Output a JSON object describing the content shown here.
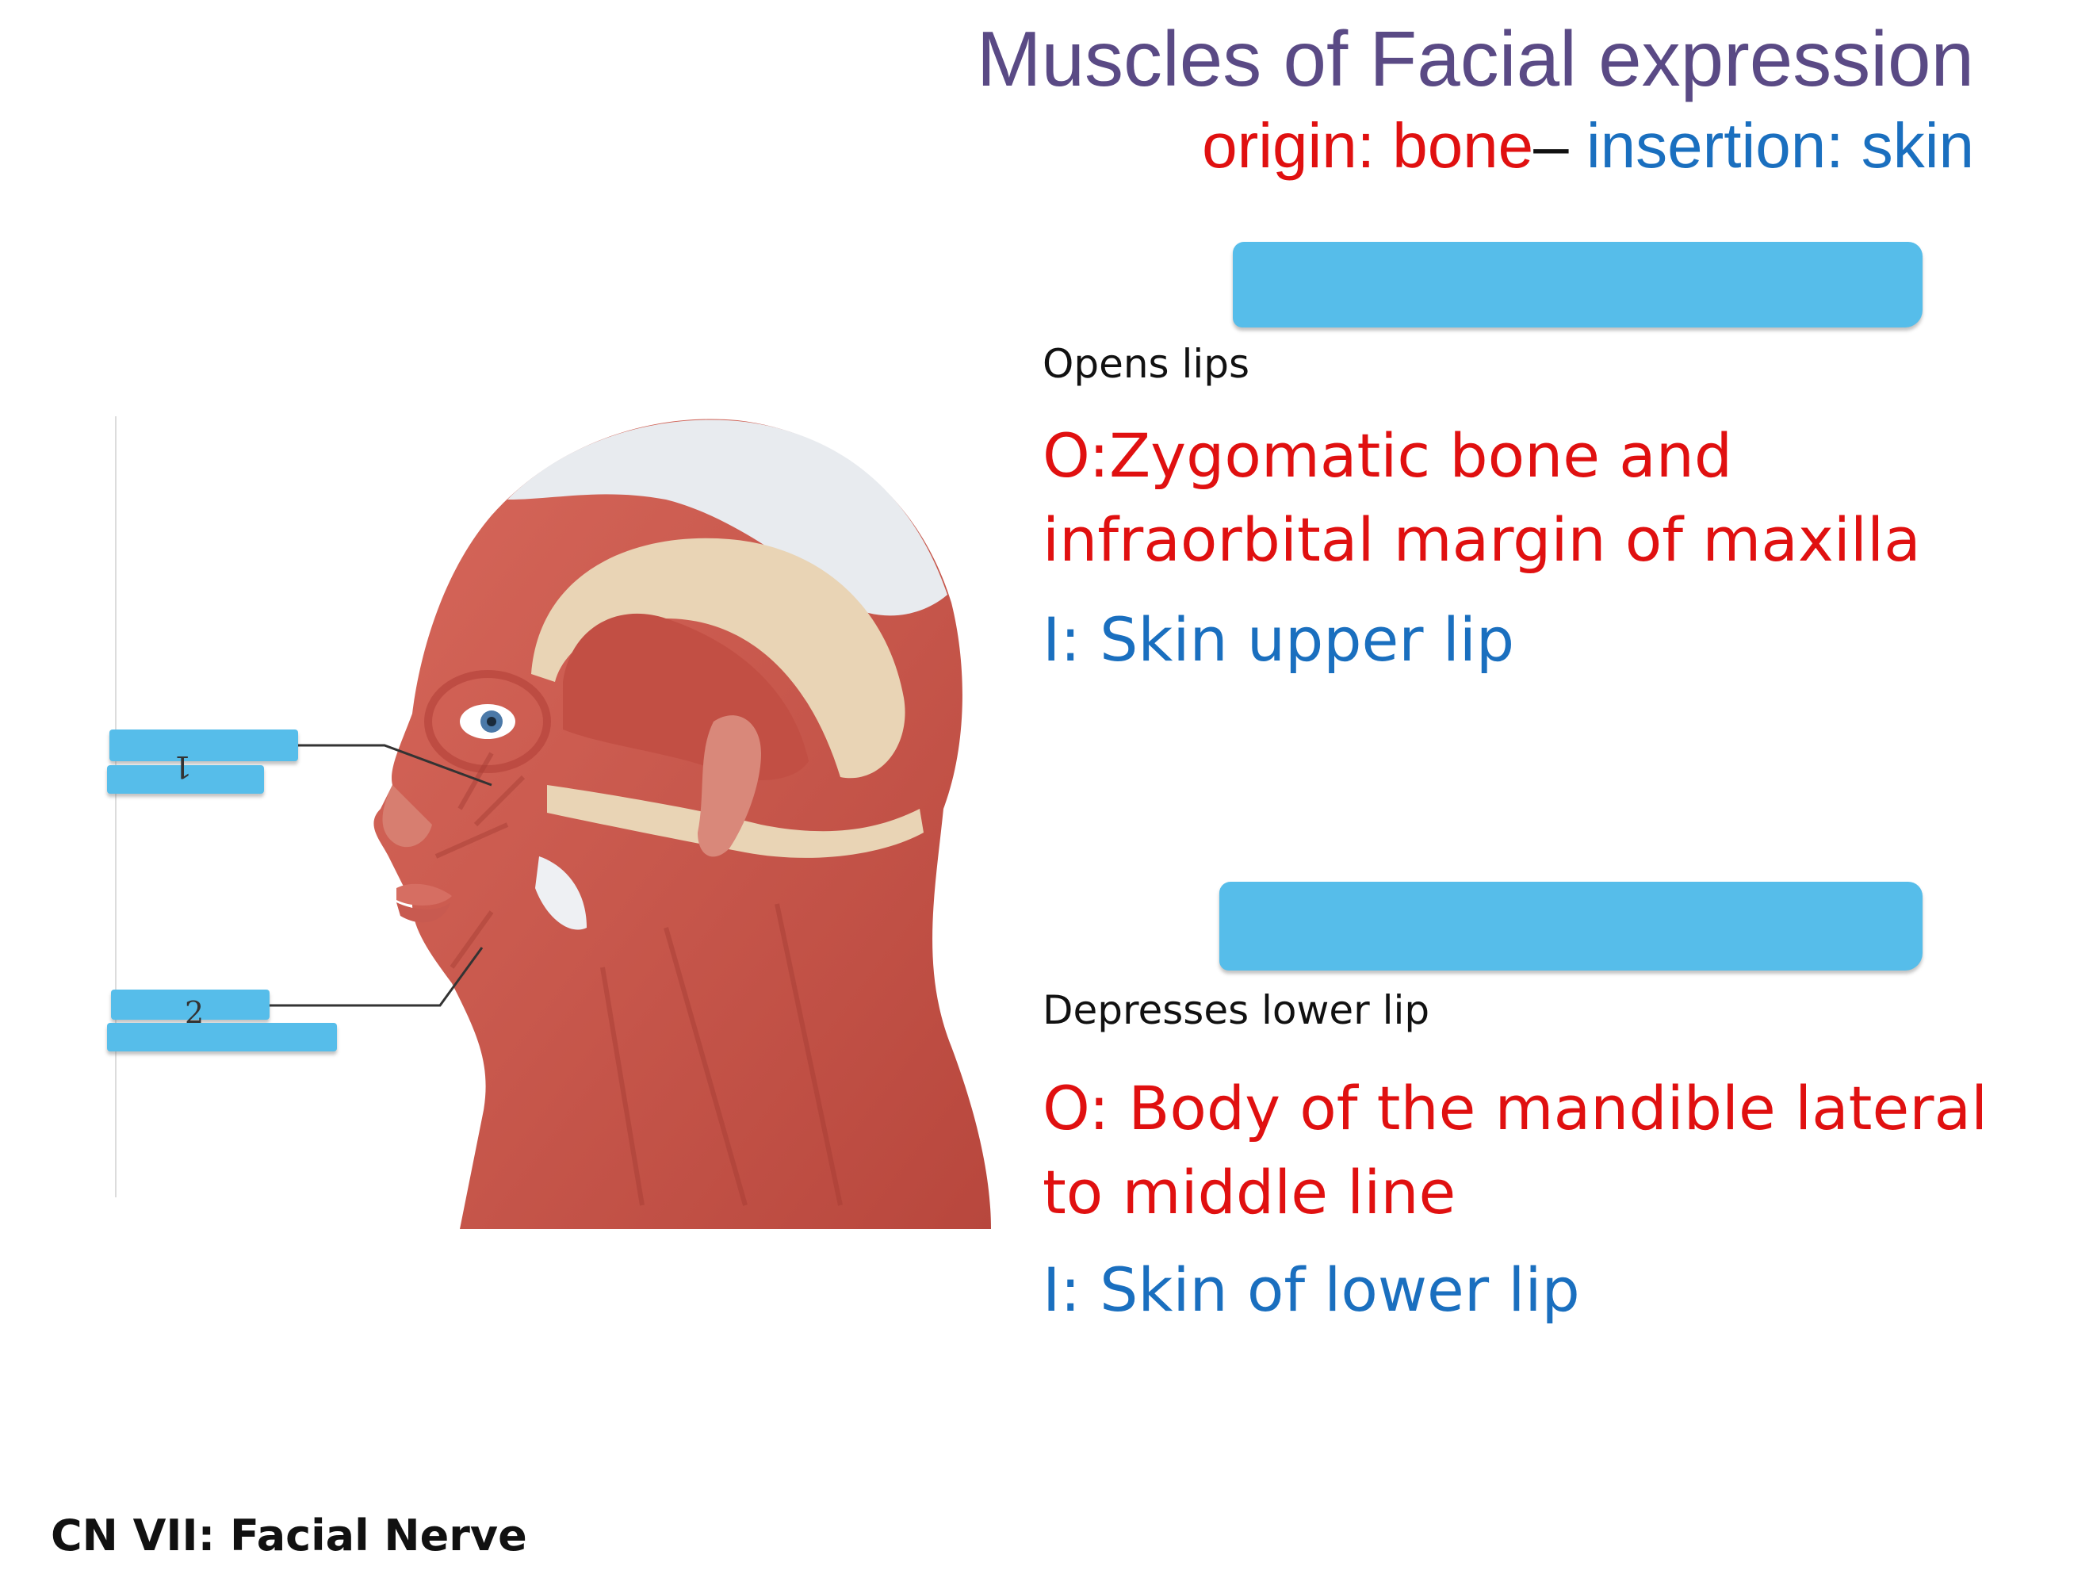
{
  "slide": {
    "title": "Muscles of Facial expression",
    "subtitle": {
      "origin_text": "origin: bone",
      "dash": "–",
      "insertion_text": " insertion: skin"
    }
  },
  "muscle_1": {
    "action": "Opens lips",
    "origin": "O:Zygomatic bone and infraorbital margin of maxilla",
    "insertion": "I: Skin upper lip",
    "label_number": "1"
  },
  "muscle_2": {
    "action": "Depresses lower lip",
    "origin": "O: Body of the mandible lateral to middle line",
    "insertion": "I: Skin of lower lip",
    "label_number": "2"
  },
  "footer": "CN VII: Facial Nerve",
  "colors": {
    "title": "#5a4a85",
    "origin": "#e01010",
    "insertion": "#1a6fbf",
    "cover": "#56bdea",
    "muscle": "#c9574b",
    "tendon": "#e9d4b5",
    "aponeurosis": "#e8ebef"
  }
}
